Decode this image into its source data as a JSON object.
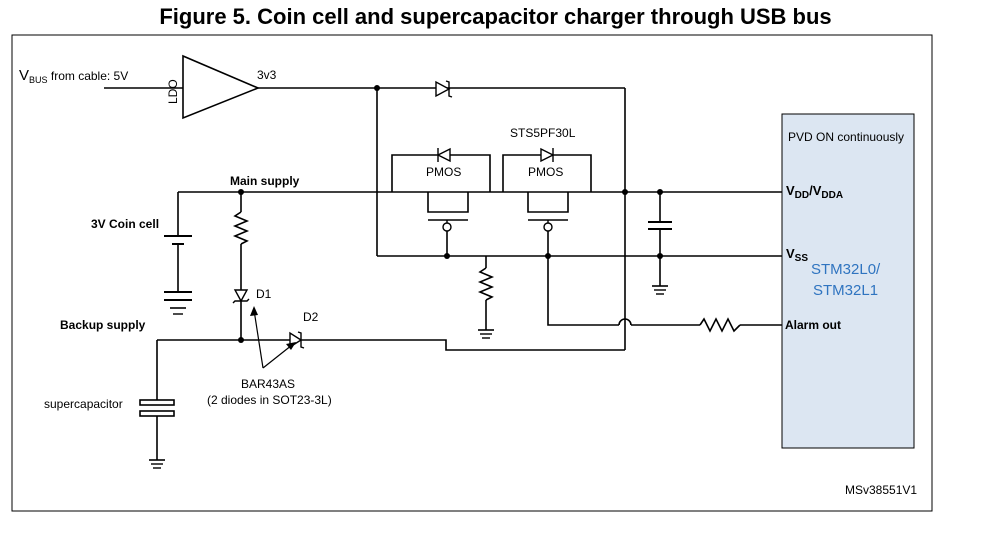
{
  "title": "Figure 5. Coin cell and supercapacitor charger through USB bus",
  "labels": {
    "vbus_main": "V",
    "vbus_sub": "BUS",
    "vbus_rest": " from cable: 5V",
    "ldo": "LDO",
    "v3v3": "3v3",
    "sts5pf30l": "STS5PF30L",
    "pmos_left": "PMOS",
    "pmos_right": "PMOS",
    "main_supply": "Main supply",
    "coin_cell": "3V Coin cell",
    "backup_supply": "Backup supply",
    "d1": "D1",
    "d2": "D2",
    "bar43as": "BAR43AS",
    "bar43as_note": "(2 diodes in SOT23-3L)",
    "supercapacitor": "supercapacitor",
    "pvd": "PVD ON continuously",
    "vdd_a": "V",
    "vdd_a_sub": "DD",
    "vdd_b": "/V",
    "vdd_b_sub": "DDA",
    "vss": "V",
    "vss_sub": "SS",
    "mcu_line1": "STM32L0/",
    "mcu_line2": "STM32L1",
    "alarm_out": "Alarm out",
    "ref": "MSv38551V1"
  },
  "colors": {
    "mcu_fill": "#dce6f2",
    "mcu_text": "#2f74c0"
  }
}
